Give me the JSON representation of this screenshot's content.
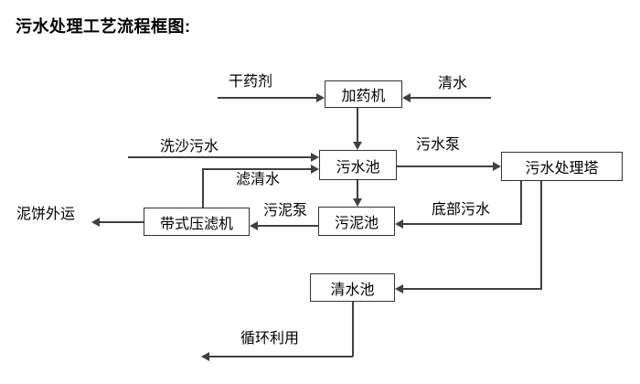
{
  "title": "污水处理工艺流程框图:",
  "colors": {
    "line": "#404040",
    "text": "#000000",
    "node_border": "#333333",
    "background": "#ffffff"
  },
  "diagram": {
    "nodes": {
      "dosing_machine": "加药机",
      "sewage_pool": "污水池",
      "treatment_tower": "污水处理塔",
      "sludge_pool": "污泥池",
      "belt_filter_press": "带式压滤机",
      "clean_water_pool": "清水池"
    },
    "edge_labels": {
      "dry_agent": "干药剂",
      "clean_water": "清水",
      "sand_washing_sewage": "洗沙污水",
      "filtered_water": "滤清水",
      "sewage_pump": "污水泵",
      "bottom_sewage": "底部污水",
      "sludge_pump": "污泥泵",
      "mud_cake_out": "泥饼外运",
      "recycle_use": "循环利用"
    }
  }
}
